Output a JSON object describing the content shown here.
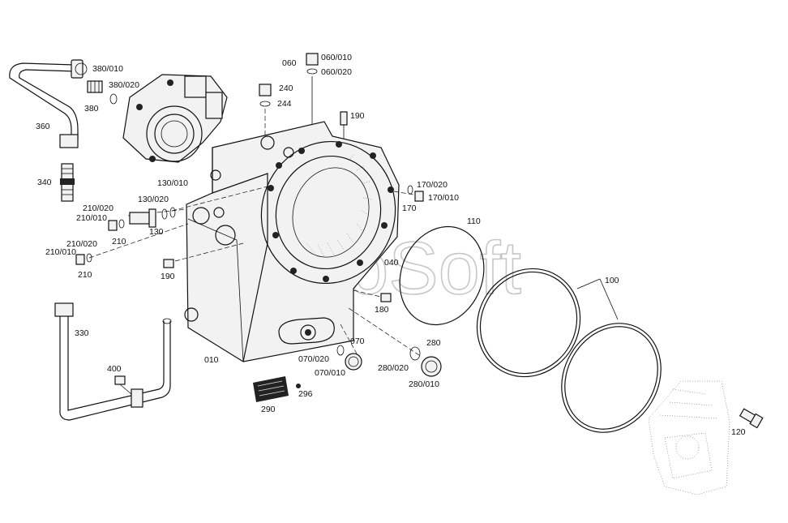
{
  "watermark": "AutoSoft",
  "labels": {
    "l380_010": "380/010",
    "l380_020": "380/020",
    "l380": "380",
    "l360": "360",
    "l340": "340",
    "l060": "060",
    "l060_010": "060/010",
    "l060_020": "060/020",
    "l240": "240",
    "l244": "244",
    "l190a": "190",
    "l130_010": "130/010",
    "l130_020": "130/020",
    "l130": "130",
    "l210_020a": "210/020",
    "l210_010a": "210/010",
    "l210a": "210",
    "l210_020b": "210/020",
    "l210_010b": "210/010",
    "l210b": "210",
    "l190b": "190",
    "l170_020": "170/020",
    "l170_010": "170/010",
    "l170": "170",
    "l110": "110",
    "l100": "100",
    "l040": "040",
    "l180": "180",
    "l330": "330",
    "l400": "400",
    "l010": "010",
    "l070": "070",
    "l070_020": "070/020",
    "l070_010": "070/010",
    "l280": "280",
    "l280_020": "280/020",
    "l280_010": "280/010",
    "l290": "290",
    "l296": "296",
    "l120": "120"
  }
}
